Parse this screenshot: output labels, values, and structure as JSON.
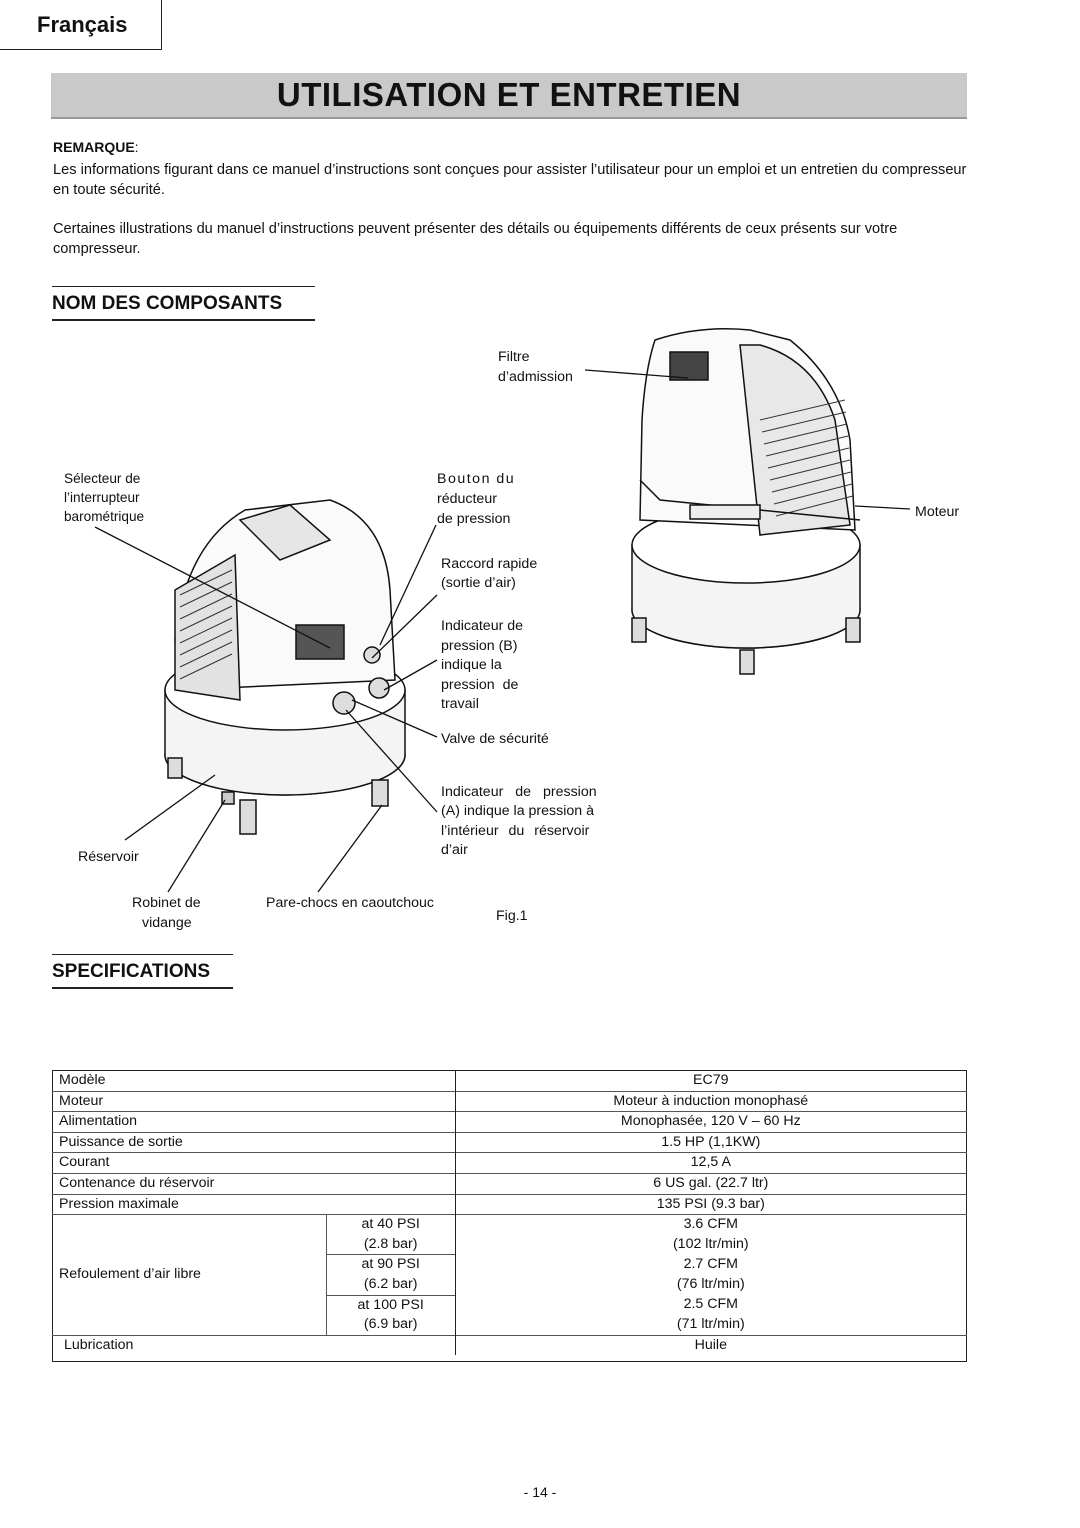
{
  "language_tab": "Français",
  "title": "UTILISATION ET ENTRETIEN",
  "note": {
    "label": "REMARQUE",
    "para1": "Les informations figurant dans ce manuel d’instructions sont conçues pour assister l’utilisateur pour un emploi et un entretien du compresseur en toute sécurité.",
    "para2": "Certaines illustrations du manuel d’instructions peuvent présenter des détails ou équipements différents de ceux présents sur votre compresseur."
  },
  "sections": {
    "components": "NOM DES COMPOSANTS",
    "specifications": "SPECIFICATIONS"
  },
  "figure": {
    "caption": "Fig.1",
    "labels": {
      "filtre_1": "Filtre",
      "filtre_2": "d’admission",
      "selecteur_1": "Sélecteur de",
      "selecteur_2": "l’interrupteur",
      "selecteur_3": "barométrique",
      "bouton_1": "Bouton du",
      "bouton_2": "réducteur",
      "bouton_3": "de pression",
      "moteur": "Moteur",
      "raccord_1": "Raccord rapide",
      "raccord_2": "(sortie d’air)",
      "indic_b_1": "Indicateur de",
      "indic_b_2": "pression (B)",
      "indic_b_3": "indique la",
      "indic_b_4": "pression de",
      "indic_b_5": "travail",
      "valve": "Valve de sécurité",
      "indic_a_1": "Indicateur de pression",
      "indic_a_2": "(A) indique la pression à",
      "indic_a_3": "l’intérieur du réservoir",
      "indic_a_4": "d’air",
      "reservoir": "Réservoir",
      "robinet_1": "Robinet de",
      "robinet_2": "vidange",
      "parechocs": "Pare-chocs en caoutchouc"
    }
  },
  "spec_table": {
    "rows": [
      {
        "label": "Modèle",
        "value": "EC79"
      },
      {
        "label": "Moteur",
        "value": "Moteur à induction monophasé"
      },
      {
        "label": "Alimentation",
        "value": "Monophasée, 120 V – 60 Hz"
      },
      {
        "label": "Puissance de sortie",
        "value": "1.5 HP (1,1KW)"
      },
      {
        "label": "Courant",
        "value": "12,5 A"
      },
      {
        "label": "Contenance du réservoir",
        "value": "6 US gal. (22.7 ltr)"
      },
      {
        "label": "Pression maximale",
        "value": "135 PSI (9.3 bar)"
      }
    ],
    "delivery": {
      "label": "Refoulement  d’air libre",
      "entries": [
        {
          "pressure": "at 40 PSI",
          "bar": "(2.8 bar)",
          "cfm": "3.6 CFM",
          "lpm": "(102 ltr/min)"
        },
        {
          "pressure": "at 90 PSI",
          "bar": "(6.2 bar)",
          "cfm": "2.7 CFM",
          "lpm": "(76 ltr/min)"
        },
        {
          "pressure": "at 100 PSI",
          "bar": "(6.9 bar)",
          "cfm": "2.5 CFM",
          "lpm": "(71 ltr/min)"
        }
      ]
    },
    "lubrication": {
      "label": "Lubrication",
      "value": "Huile"
    }
  },
  "page_number": "- 14 -"
}
